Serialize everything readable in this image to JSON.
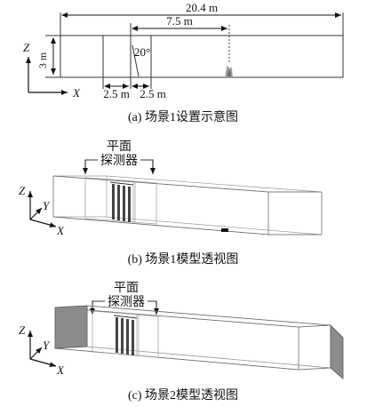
{
  "figure_a": {
    "dim_total": "20.4 m",
    "dim_partial": "7.5 m",
    "dim_height": "3 m",
    "angle": "20°",
    "dim_left": "2.5 m",
    "dim_right": "2.5 m",
    "axis_z": "Z",
    "axis_x": "X",
    "caption": "(a) 场景1设置示意图"
  },
  "figure_b": {
    "detector_label_1": "平面",
    "detector_label_2": "探测器",
    "axis_z": "Z",
    "axis_y": "Y",
    "axis_x": "X",
    "caption": "(b) 场景1模型透视图"
  },
  "figure_c": {
    "detector_label_1": "平面",
    "detector_label_2": "探测器",
    "axis_z": "Z",
    "axis_y": "Y",
    "axis_x": "X",
    "caption": "(c) 场景2模型透视图"
  },
  "colors": {
    "line": "#333333",
    "fire_source": "#111111",
    "vent_panel": "#8c8c8c"
  }
}
